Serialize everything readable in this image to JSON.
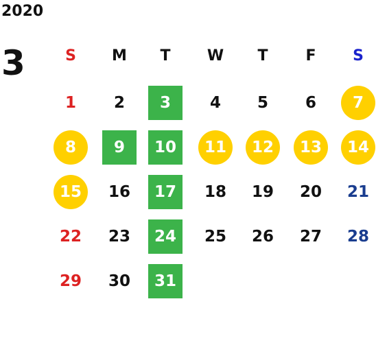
{
  "calendar": {
    "year": "2020",
    "month": "3",
    "weekdays": [
      "S",
      "M",
      "T",
      "W",
      "T",
      "F",
      "S"
    ],
    "first_weekday_index": 0,
    "days": [
      {
        "label": "1",
        "color": "#dd2222",
        "marker": "none"
      },
      {
        "label": "2",
        "color": "#111111",
        "marker": "none"
      },
      {
        "label": "3",
        "color": "#ffffff",
        "marker": "square"
      },
      {
        "label": "4",
        "color": "#111111",
        "marker": "none"
      },
      {
        "label": "5",
        "color": "#111111",
        "marker": "none"
      },
      {
        "label": "6",
        "color": "#111111",
        "marker": "none"
      },
      {
        "label": "7",
        "color": "#ffffff",
        "marker": "circle"
      },
      {
        "label": "8",
        "color": "#ffffff",
        "marker": "circle"
      },
      {
        "label": "9",
        "color": "#ffffff",
        "marker": "square"
      },
      {
        "label": "10",
        "color": "#ffffff",
        "marker": "square"
      },
      {
        "label": "11",
        "color": "#ffffff",
        "marker": "circle"
      },
      {
        "label": "12",
        "color": "#ffffff",
        "marker": "circle"
      },
      {
        "label": "13",
        "color": "#ffffff",
        "marker": "circle"
      },
      {
        "label": "14",
        "color": "#ffffff",
        "marker": "circle"
      },
      {
        "label": "15",
        "color": "#ffffff",
        "marker": "circle"
      },
      {
        "label": "16",
        "color": "#111111",
        "marker": "none"
      },
      {
        "label": "17",
        "color": "#ffffff",
        "marker": "square"
      },
      {
        "label": "18",
        "color": "#111111",
        "marker": "none"
      },
      {
        "label": "19",
        "color": "#111111",
        "marker": "none"
      },
      {
        "label": "20",
        "color": "#111111",
        "marker": "none"
      },
      {
        "label": "21",
        "color": "#1a3d8f",
        "marker": "none"
      },
      {
        "label": "22",
        "color": "#dd2222",
        "marker": "none"
      },
      {
        "label": "23",
        "color": "#111111",
        "marker": "none"
      },
      {
        "label": "24",
        "color": "#ffffff",
        "marker": "square"
      },
      {
        "label": "25",
        "color": "#111111",
        "marker": "none"
      },
      {
        "label": "26",
        "color": "#111111",
        "marker": "none"
      },
      {
        "label": "27",
        "color": "#111111",
        "marker": "none"
      },
      {
        "label": "28",
        "color": "#1a3d8f",
        "marker": "none"
      },
      {
        "label": "29",
        "color": "#dd2222",
        "marker": "none"
      },
      {
        "label": "30",
        "color": "#111111",
        "marker": "none"
      },
      {
        "label": "31",
        "color": "#ffffff",
        "marker": "square"
      }
    ]
  },
  "colors": {
    "text": "#111111",
    "sunday": "#dd2222",
    "saturday_header": "#1a22cc",
    "saturday": "#1a3d8f",
    "square_marker": "#3cb34a",
    "circle_marker": "#ffd000"
  }
}
